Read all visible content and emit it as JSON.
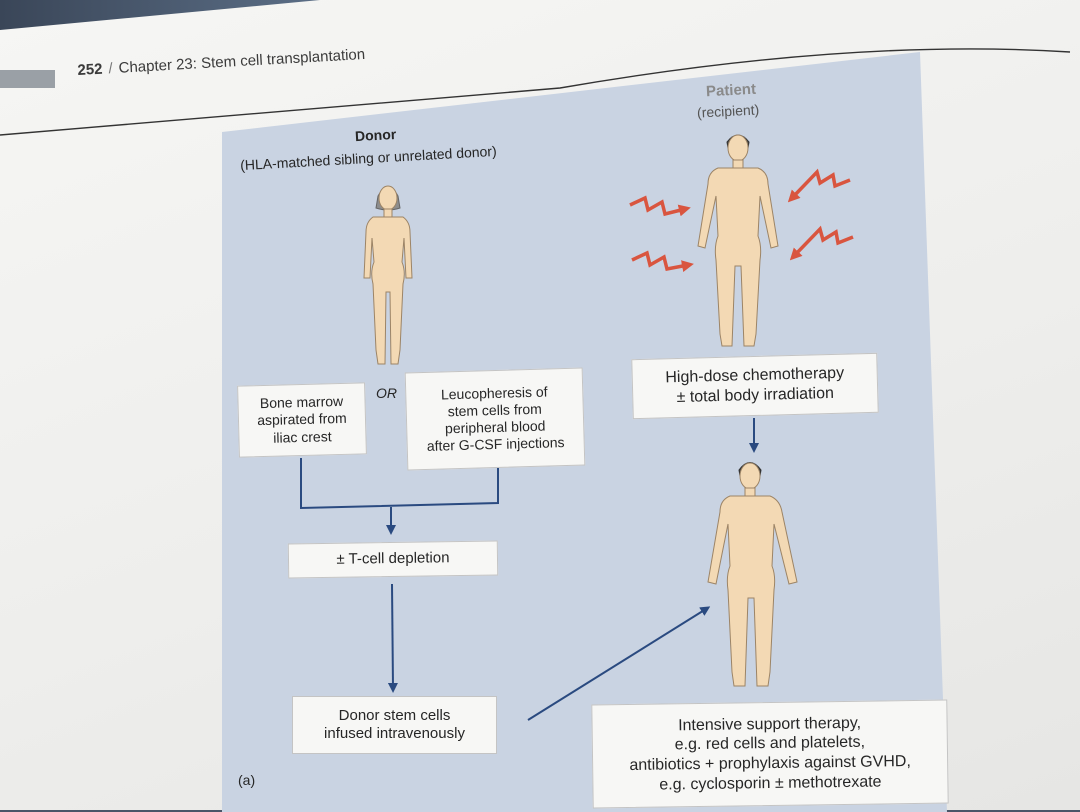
{
  "header": {
    "page_number": "252",
    "separator": "/",
    "chapter": "Chapter 23: Stem cell transplantation"
  },
  "figure": {
    "panel_label": "(a)",
    "donor": {
      "title": "Donor",
      "subtitle": "(HLA-matched sibling or unrelated donor)"
    },
    "patient": {
      "title": "Patient",
      "subtitle": "(recipient)"
    },
    "boxes": {
      "bone_marrow": [
        "Bone marrow",
        "aspirated from",
        "iliac crest"
      ],
      "or_label": "OR",
      "leucopheresis": [
        "Leucopheresis of",
        "stem cells from",
        "peripheral blood",
        "after G-CSF injections"
      ],
      "chemotherapy": [
        "High-dose chemotherapy",
        "± total body irradiation"
      ],
      "tcell_depletion": "± T-cell depletion",
      "donor_infusion": [
        "Donor stem cells",
        "infused intravenously"
      ],
      "support_therapy": [
        "Intensive support therapy,",
        "e.g. red cells and platelets,",
        "antibiotics + prophylaxis against GVHD,",
        "e.g. cyclosporin ± methotrexate"
      ]
    },
    "colors": {
      "background": "#c9d3e2",
      "arrow": "#2a4a80",
      "lightning": "#d9553f",
      "skin": "#f3d9b4"
    }
  }
}
